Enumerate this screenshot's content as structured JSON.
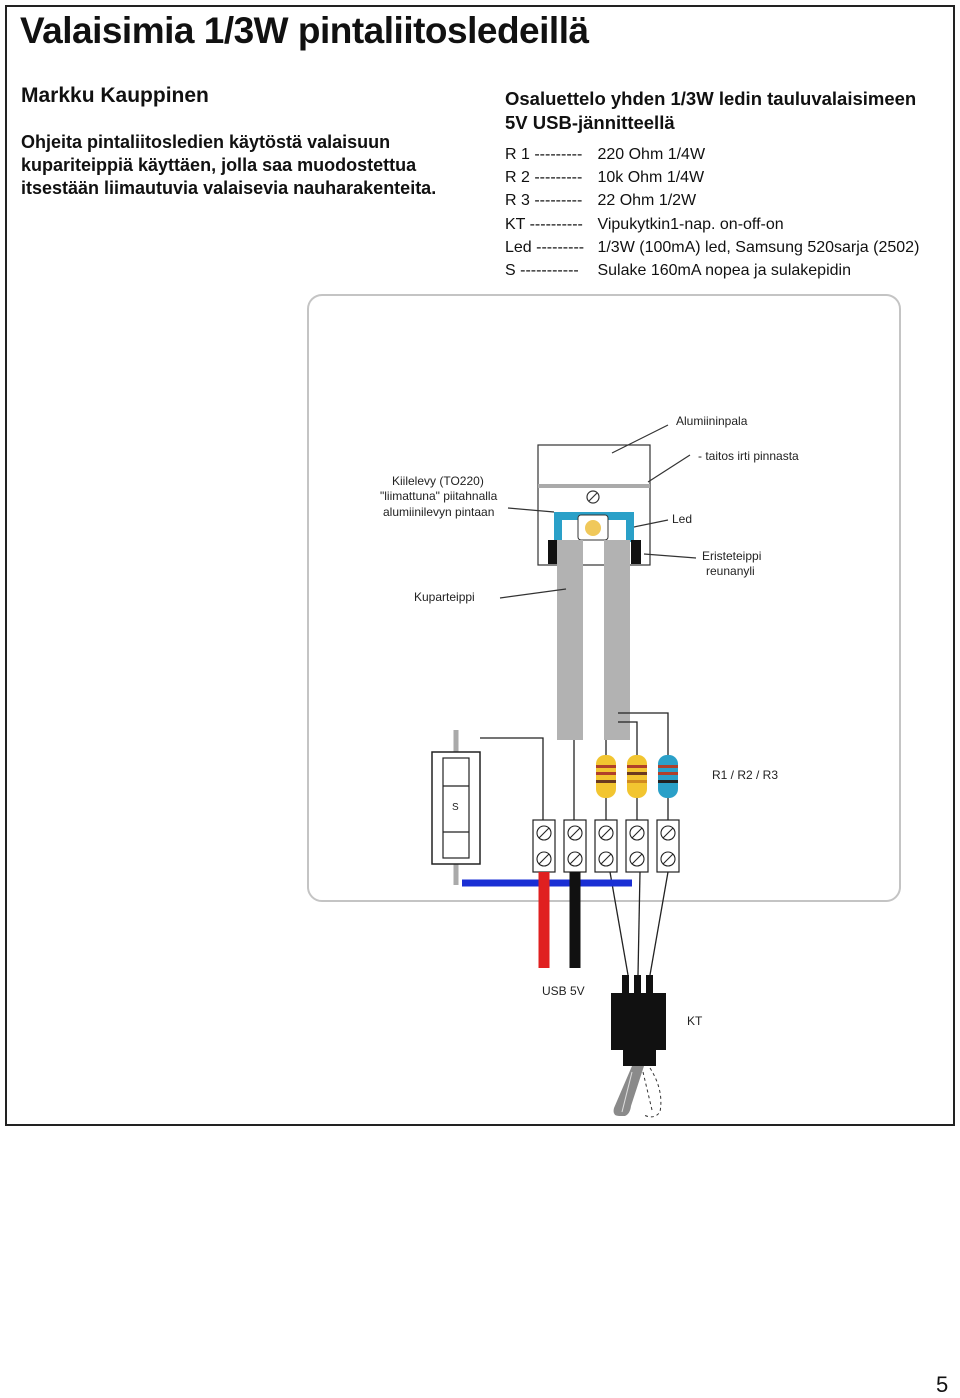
{
  "title": "Valaisimia 1/3W pintaliitosledeillä",
  "author": "Markku Kauppinen",
  "intro": "Ohjeita pintaliitosledien käytöstä valaisuun kupariteippiä käyttäen, jolla saa muodostettua itsestään liimautuvia valaisevia nauharakenteita.",
  "parts_heading": [
    "Osaluettelo yhden 1/3W ledin tauluvalaisimeen",
    "5V USB-jännitteellä"
  ],
  "parts": [
    {
      "ref": "R 1 ---------",
      "desc": "220 Ohm 1/4W"
    },
    {
      "ref": "R 2 ---------",
      "desc": "10k Ohm 1/4W"
    },
    {
      "ref": "R 3 ---------",
      "desc": "22 Ohm 1/2W"
    },
    {
      "ref": "KT ----------",
      "desc": "Vipukytkin1-nap. on-off-on"
    },
    {
      "ref": "Led ---------",
      "desc": "1/3W (100mA) led, Samsung 520sarja (2502)"
    },
    {
      "ref": "S -----------",
      "desc": "Sulake 160mA nopea ja sulakepidin"
    }
  ],
  "diagram": {
    "labels": {
      "aluminum_piece": "Alumiininpala",
      "fold_off": "- taitos irti pinnasta",
      "heatsink_1": "Kiilelevy (TO220)",
      "heatsink_2": "\"liimattuna\" piitahnalla",
      "heatsink_3": "alumiinilevyn pintaan",
      "led": "Led",
      "insulating_tape_1": "Eristeteippi",
      "insulating_tape_2": "reunanyli",
      "copper_tape": "Kuparteippi",
      "resistors": "R1 / R2 / R3",
      "fuse": "S",
      "usb": "USB 5V",
      "switch": "KT"
    },
    "colors": {
      "copper_tape": "#b2b2b2",
      "led_seat": "#2aa0c8",
      "led": "#f0c85a",
      "wire_red": "#e02020",
      "wire_black": "#111111",
      "wire_blue": "#1a2fd4",
      "resistor_yellow": "#f2c530",
      "resistor_blue": "#2aa0c8"
    }
  },
  "page_number": "5"
}
